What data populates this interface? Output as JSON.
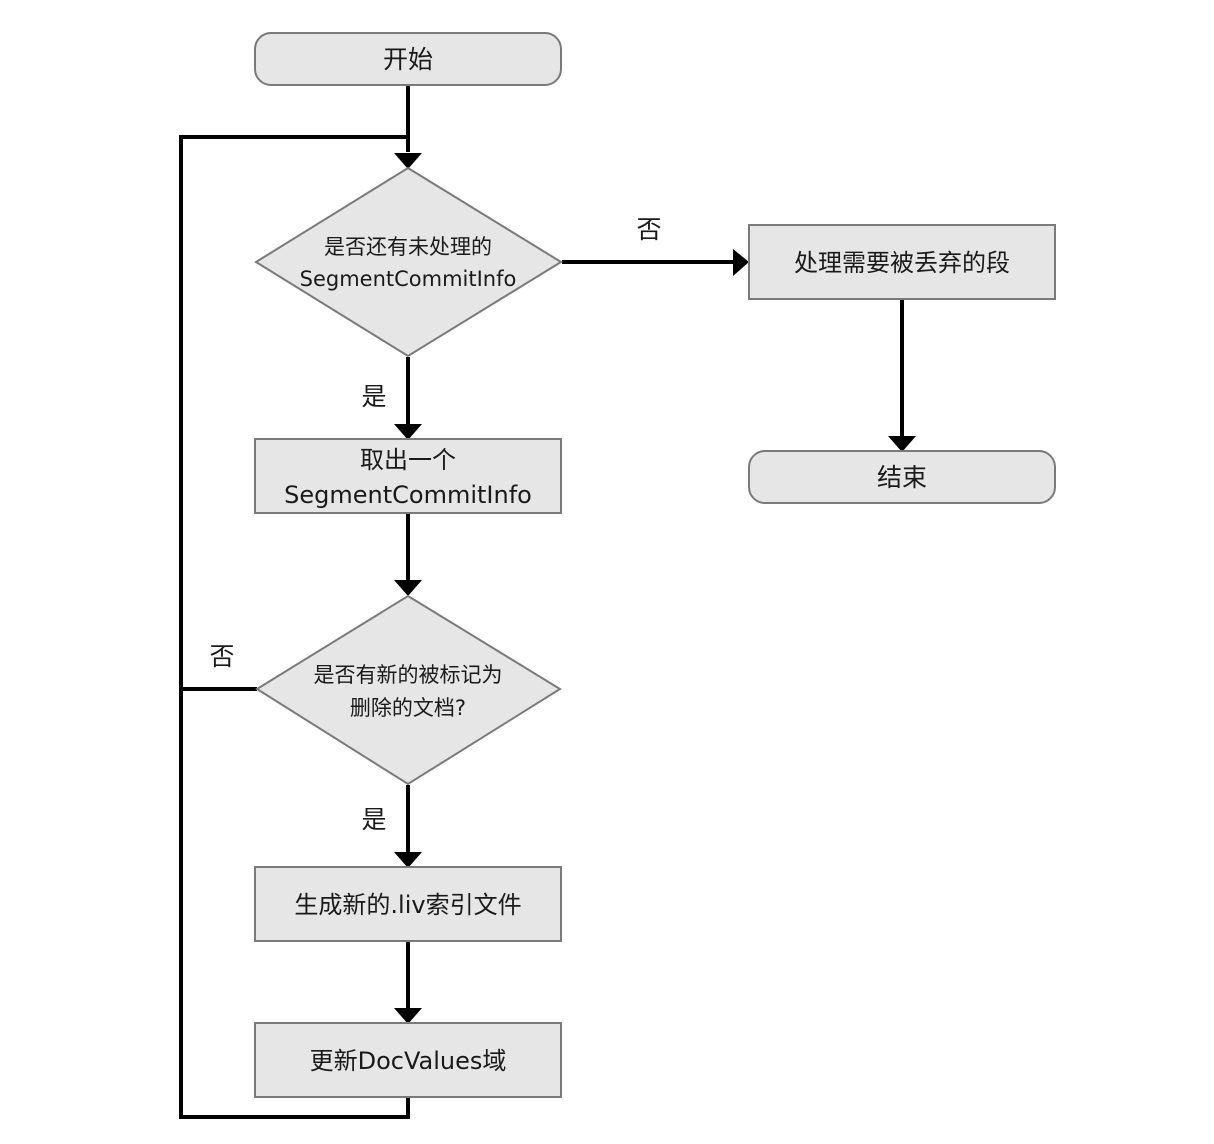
{
  "nodes": {
    "start": {
      "label": "开始"
    },
    "check_unprocessed": {
      "line1": "是否还有未处理的",
      "line2": "SegmentCommitInfo"
    },
    "take_one": {
      "line1": "取出一个",
      "line2": "SegmentCommitInfo"
    },
    "check_deleted": {
      "line1": "是否有新的被标记为",
      "line2": "删除的文档?"
    },
    "gen_liv": {
      "label": "生成新的.liv索引文件"
    },
    "update_dv": {
      "label": "更新DocValues域"
    },
    "discard": {
      "label": "处理需要被丢弃的段"
    },
    "end": {
      "label": "结束"
    }
  },
  "edges": {
    "no_top": "否",
    "yes_top": "是",
    "no_loop": "否",
    "yes_bottom": "是"
  },
  "colors": {
    "node_fill": "#e6e6e6",
    "node_stroke": "#7a7a7a",
    "line": "#000000"
  }
}
